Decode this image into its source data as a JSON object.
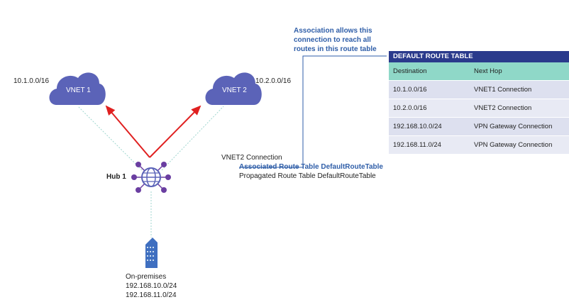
{
  "vnets": [
    {
      "label": "VNET 1",
      "cidr": "10.1.0.0/16"
    },
    {
      "label": "VNET 2",
      "cidr": "10.2.0.0/16"
    }
  ],
  "hub": {
    "label": "Hub 1"
  },
  "onprem": {
    "title": "On-premises",
    "cidrs": [
      "192.168.10.0/24",
      "192.168.11.0/24"
    ]
  },
  "connection": {
    "name": "VNET2 Connection",
    "associated": "Associated Route Table DefaultRouteTable",
    "propagated": "Propagated Route Table DefaultRouteTable"
  },
  "annotation": "Association allows this connection to reach all routes in this route table",
  "route_table": {
    "title": "DEFAULT ROUTE TABLE",
    "headers": [
      "Destination",
      "Next Hop"
    ],
    "rows": [
      [
        "10.1.0.0/16",
        "VNET1 Connection"
      ],
      [
        "10.2.0.0/16",
        "VNET2 Connection"
      ],
      [
        "192.168.10.0/24",
        "VPN Gateway  Connection"
      ],
      [
        "192.168.11.0/24",
        "VPN Gateway  Connection"
      ]
    ]
  },
  "colors": {
    "cloud": "#5b63b8",
    "hub": "#6a3ea1",
    "arrow": "#e02020",
    "link": "#9fd6cf",
    "accent": "#2f5ea8",
    "table_title": "#2a3a8c",
    "table_header": "#8fd8c8",
    "table_row": "#dde0ef"
  }
}
